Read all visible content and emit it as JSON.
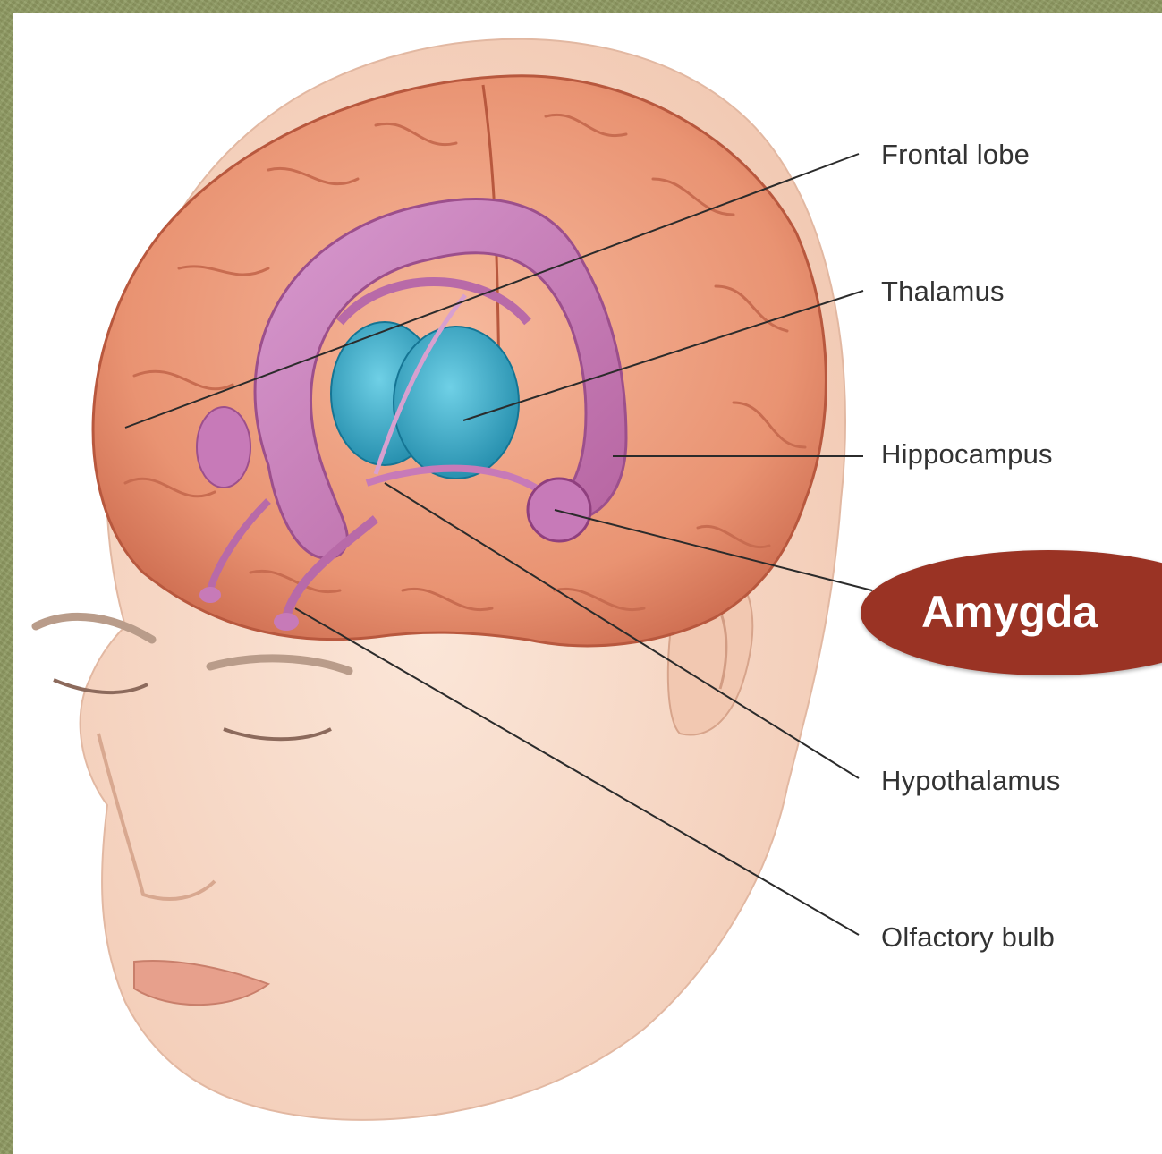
{
  "labels": {
    "frontal_lobe": "Frontal lobe",
    "thalamus": "Thalamus",
    "hippocampus": "Hippocampus",
    "amygdala": "Amygda",
    "hypothalamus": "Hypothalamus",
    "olfactory_bulb": "Olfactory bulb"
  },
  "colors": {
    "frame": "#909b63",
    "amygdala_badge": "#9a3324",
    "brain": "#e8906e",
    "limbic": "#c77ab8",
    "thalamus": "#2a9fbf",
    "skin": "#f8dccb"
  }
}
